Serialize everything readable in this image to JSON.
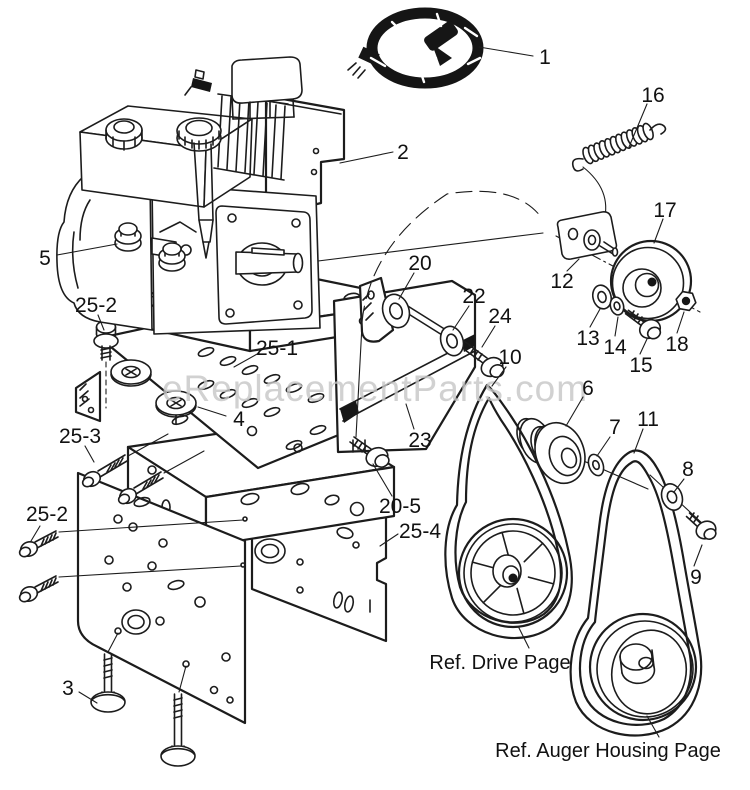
{
  "diagram": {
    "watermark": "eReplacementParts.com",
    "references": {
      "drive": "Ref. Drive Page",
      "auger": "Ref. Auger Housing Page"
    },
    "callouts": {
      "c1": "1",
      "c2": "2",
      "c3": "3",
      "c4": "4",
      "c5": "5",
      "c6": "6",
      "c7": "7",
      "c8": "8",
      "c9": "9",
      "c10": "10",
      "c11": "11",
      "c12": "12",
      "c13": "13",
      "c14": "14",
      "c15": "15",
      "c16": "16",
      "c17": "17",
      "c18": "18",
      "c20": "20",
      "c20_5": "20-5",
      "c22": "22",
      "c23": "23",
      "c24": "24",
      "c25_1": "25-1",
      "c25_2_top": "25-2",
      "c25_2_left": "25-2",
      "c25_3": "25-3",
      "c25_4": "25-4"
    },
    "colors": {
      "background": "#ffffff",
      "line": "#1c1c1c",
      "label": "#111111",
      "watermark": "#c6c6c6"
    }
  }
}
